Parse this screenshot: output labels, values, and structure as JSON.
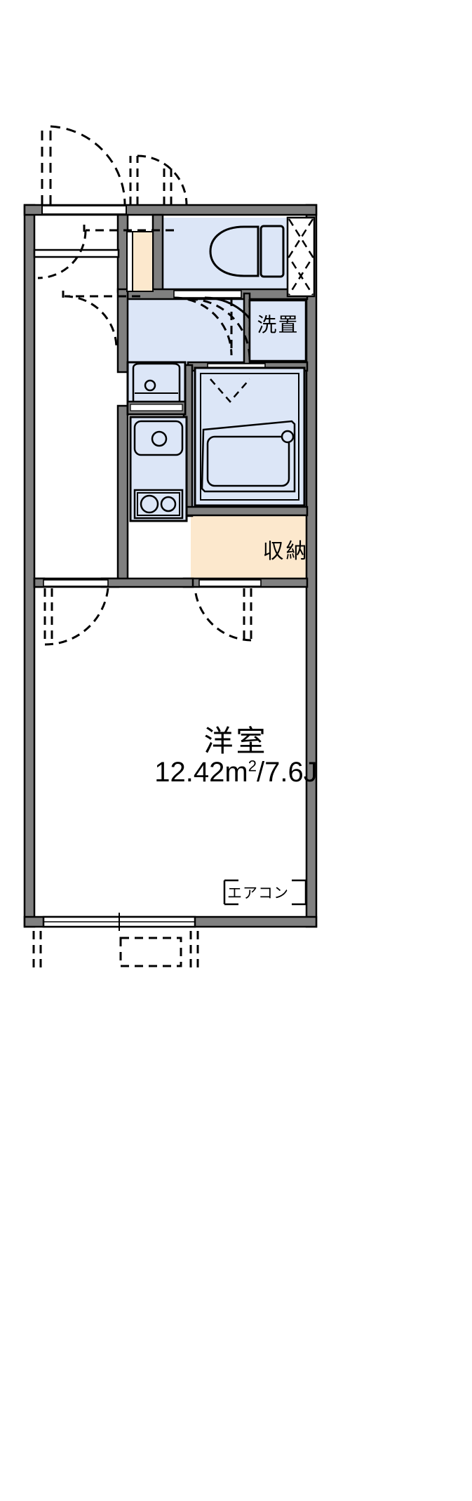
{
  "plan": {
    "type": "japanese-apartment-floor-plan",
    "layout_code": "1K",
    "colors": {
      "wall_fill": "#808080",
      "wall_stroke": "#000000",
      "water_area_fill": "#dce6f7",
      "tatami_entrance_fill": "#fce8cd",
      "storage_fill": "#fce8cd",
      "room_fill": "#ffffff",
      "fixture_stroke": "#000000",
      "background": "#ffffff"
    },
    "rooms": [
      {
        "id": "main-room",
        "name": "洋室",
        "area_text": "12.42㎡/7.6J",
        "area_value": 12.42,
        "jo_value": 7.6,
        "unit_sqm": "㎡",
        "unit_jo": "J",
        "fill": "#ffffff"
      },
      {
        "id": "storage",
        "name": "収納",
        "fill": "#fce8cd"
      },
      {
        "id": "washer-space",
        "name": "洗置",
        "fill": "#dce6f7"
      },
      {
        "id": "toilet",
        "name": "",
        "fill": "#dce6f7"
      },
      {
        "id": "bathroom",
        "name": "",
        "fill": "#dce6f7"
      },
      {
        "id": "kitchen",
        "name": "",
        "fill": "#dce6f7"
      },
      {
        "id": "entrance",
        "name": "",
        "fill": "#fce8cd"
      },
      {
        "id": "shoe-closet",
        "name": "",
        "fill": "#ffffff"
      }
    ],
    "annotations": [
      {
        "id": "ac",
        "text": "エアコン"
      }
    ],
    "fixtures": [
      "toilet-bowl",
      "toilet-tank",
      "washbasin-vanity",
      "kitchen-sink",
      "gas-stove-two-burner",
      "bathtub",
      "shoe-closet-cross",
      "washer-pan"
    ],
    "labels": {
      "main_room": "洋室",
      "main_room_area_prefix": "12.42m",
      "main_room_area_sup": "2",
      "main_room_area_suffix": "/7.6J",
      "storage": "収納",
      "washer": "洗置",
      "air_conditioner": "エアコン"
    }
  }
}
